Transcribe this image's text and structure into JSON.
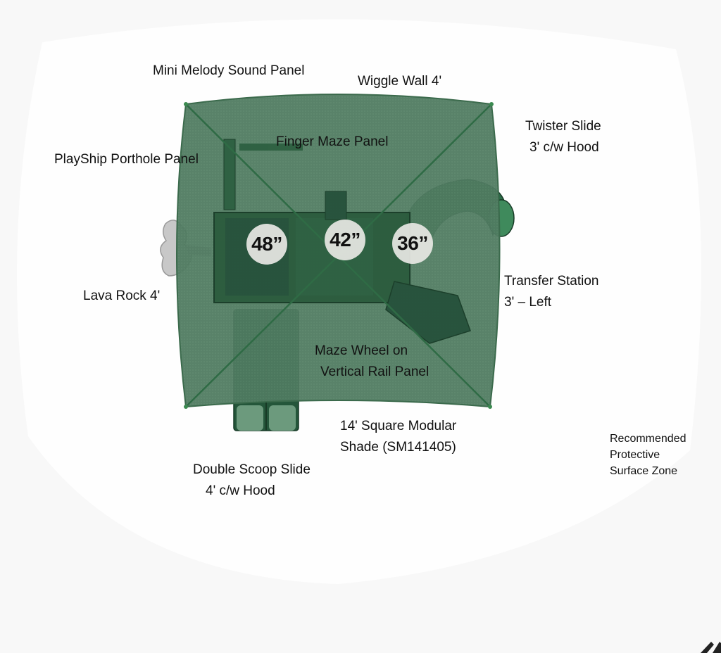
{
  "colors": {
    "shade_canopy": "#4f7a60",
    "structure_dark": "#1f4a30",
    "slide_green": "#2c6b46",
    "rock_grey": "#c8c8c8",
    "badge_fill": "#e8e8e4",
    "label_text": "#111111",
    "surface_zone": "#ffffff"
  },
  "labels": {
    "mini_melody": "Mini Melody Sound Panel",
    "wiggle_wall": "Wiggle Wall 4'",
    "twister_slide": [
      "Twister Slide",
      "3' c/w Hood"
    ],
    "finger_maze": "Finger Maze Panel",
    "playship": "PlayShip Porthole Panel",
    "lava_rock": "Lava Rock 4'",
    "transfer_station": [
      "Transfer Station",
      "3' – Left"
    ],
    "maze_wheel": [
      "Maze Wheel on",
      "Vertical Rail Panel"
    ],
    "square_shade": [
      "14' Square Modular",
      "Shade (SM141405)"
    ],
    "double_scoop": [
      "Double Scoop Slide",
      "4' c/w Hood"
    ],
    "surface_zone": [
      "Recommended",
      "Protective",
      "Surface Zone"
    ]
  },
  "deck_heights": [
    "48”",
    "42”",
    "36”"
  ]
}
